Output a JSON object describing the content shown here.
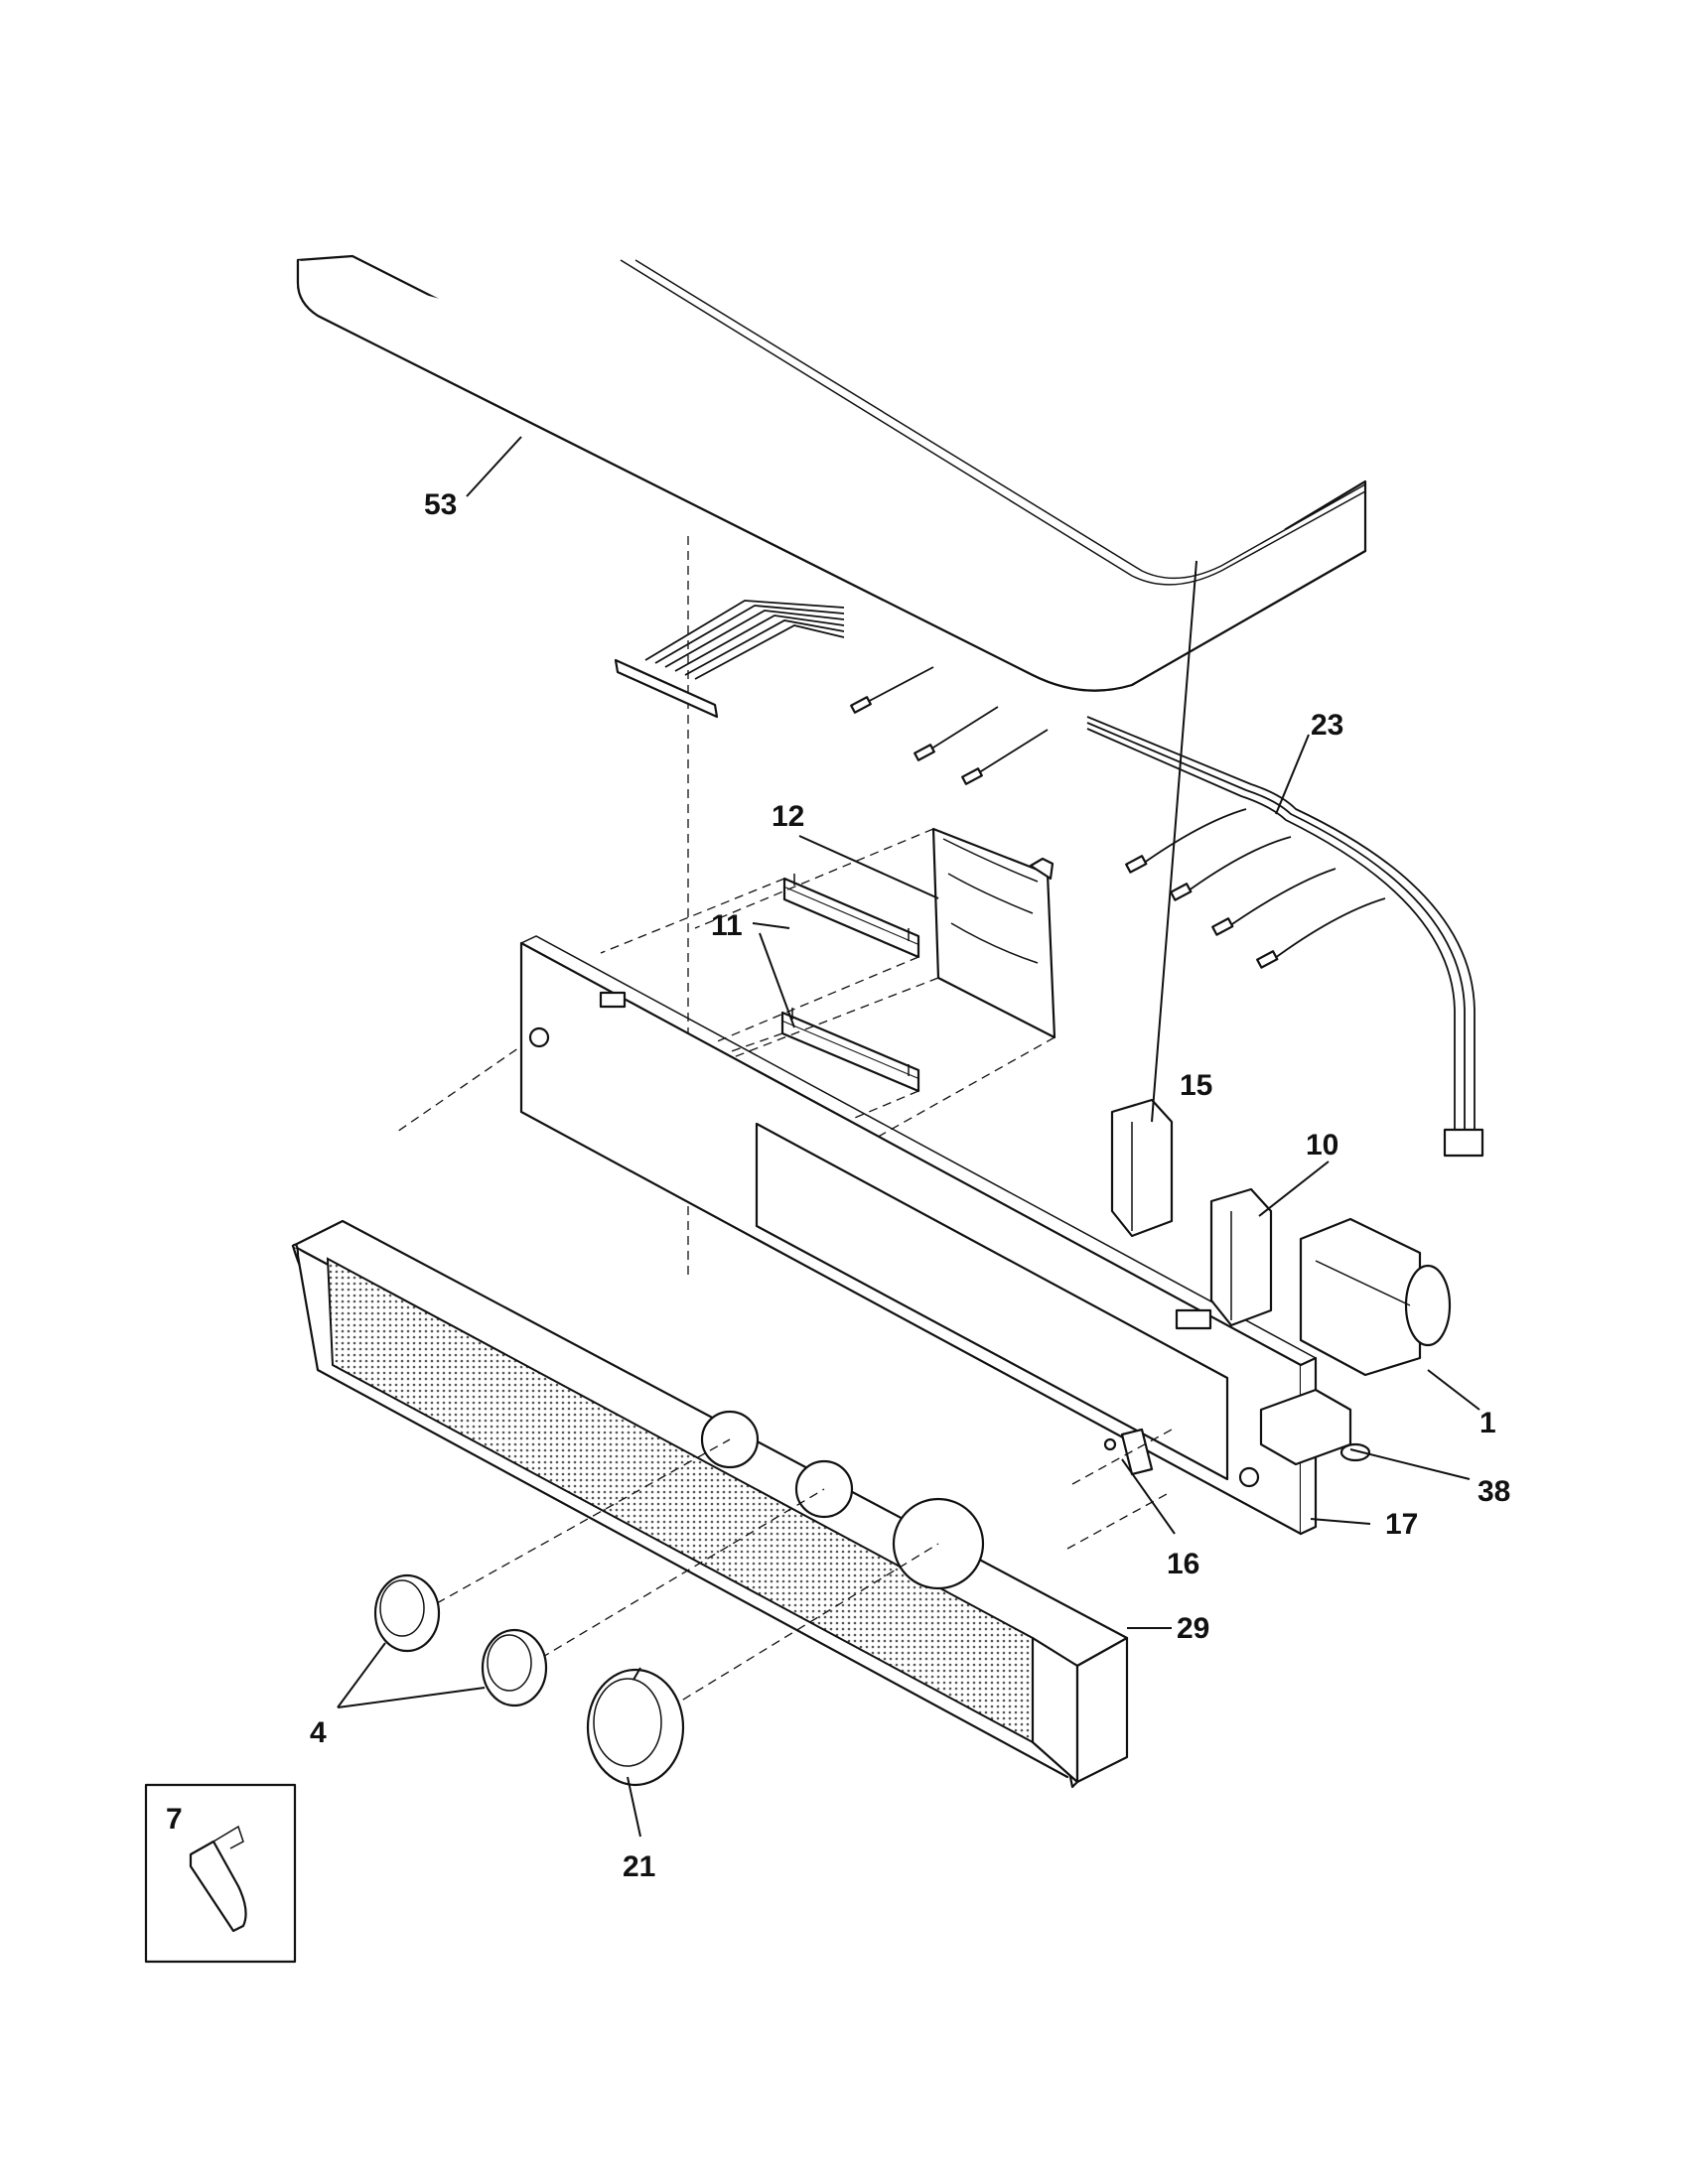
{
  "callouts": {
    "c1": "1",
    "c4": "4",
    "c7": "7",
    "c10": "10",
    "c11": "11",
    "c12": "12",
    "c15": "15",
    "c16": "16",
    "c17": "17",
    "c21": "21",
    "c23": "23",
    "c29": "29",
    "c38": "38",
    "c53": "53"
  }
}
